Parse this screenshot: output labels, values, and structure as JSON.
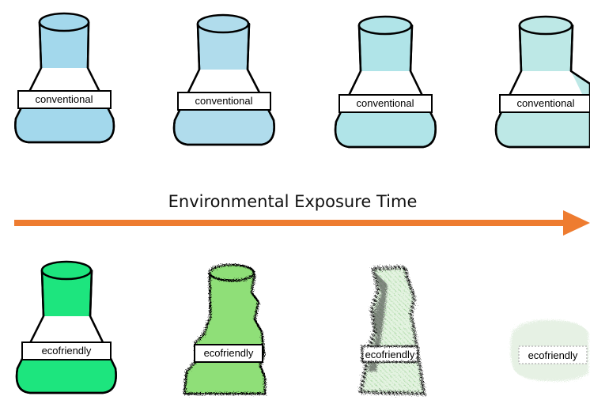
{
  "timeline": {
    "label": "Environmental Exposure Time",
    "arrow_color": "#ee7c30"
  },
  "conventional": {
    "label": "conventional",
    "stages": [
      {
        "fill": "#a3d8ec"
      },
      {
        "fill": "#b0dcec"
      },
      {
        "fill": "#b0e4e8"
      },
      {
        "fill": "#bde8e6"
      }
    ]
  },
  "ecofriendly": {
    "label": "ecofriendly",
    "stages": [
      {
        "fill": "#1de57e",
        "condition": "intact"
      },
      {
        "fill": "#8fdf78",
        "condition": "eroded"
      },
      {
        "fill": "#cfeccb",
        "condition": "crumbling"
      },
      {
        "fill": "#e6f1e4",
        "condition": "nearly degraded"
      }
    ]
  }
}
